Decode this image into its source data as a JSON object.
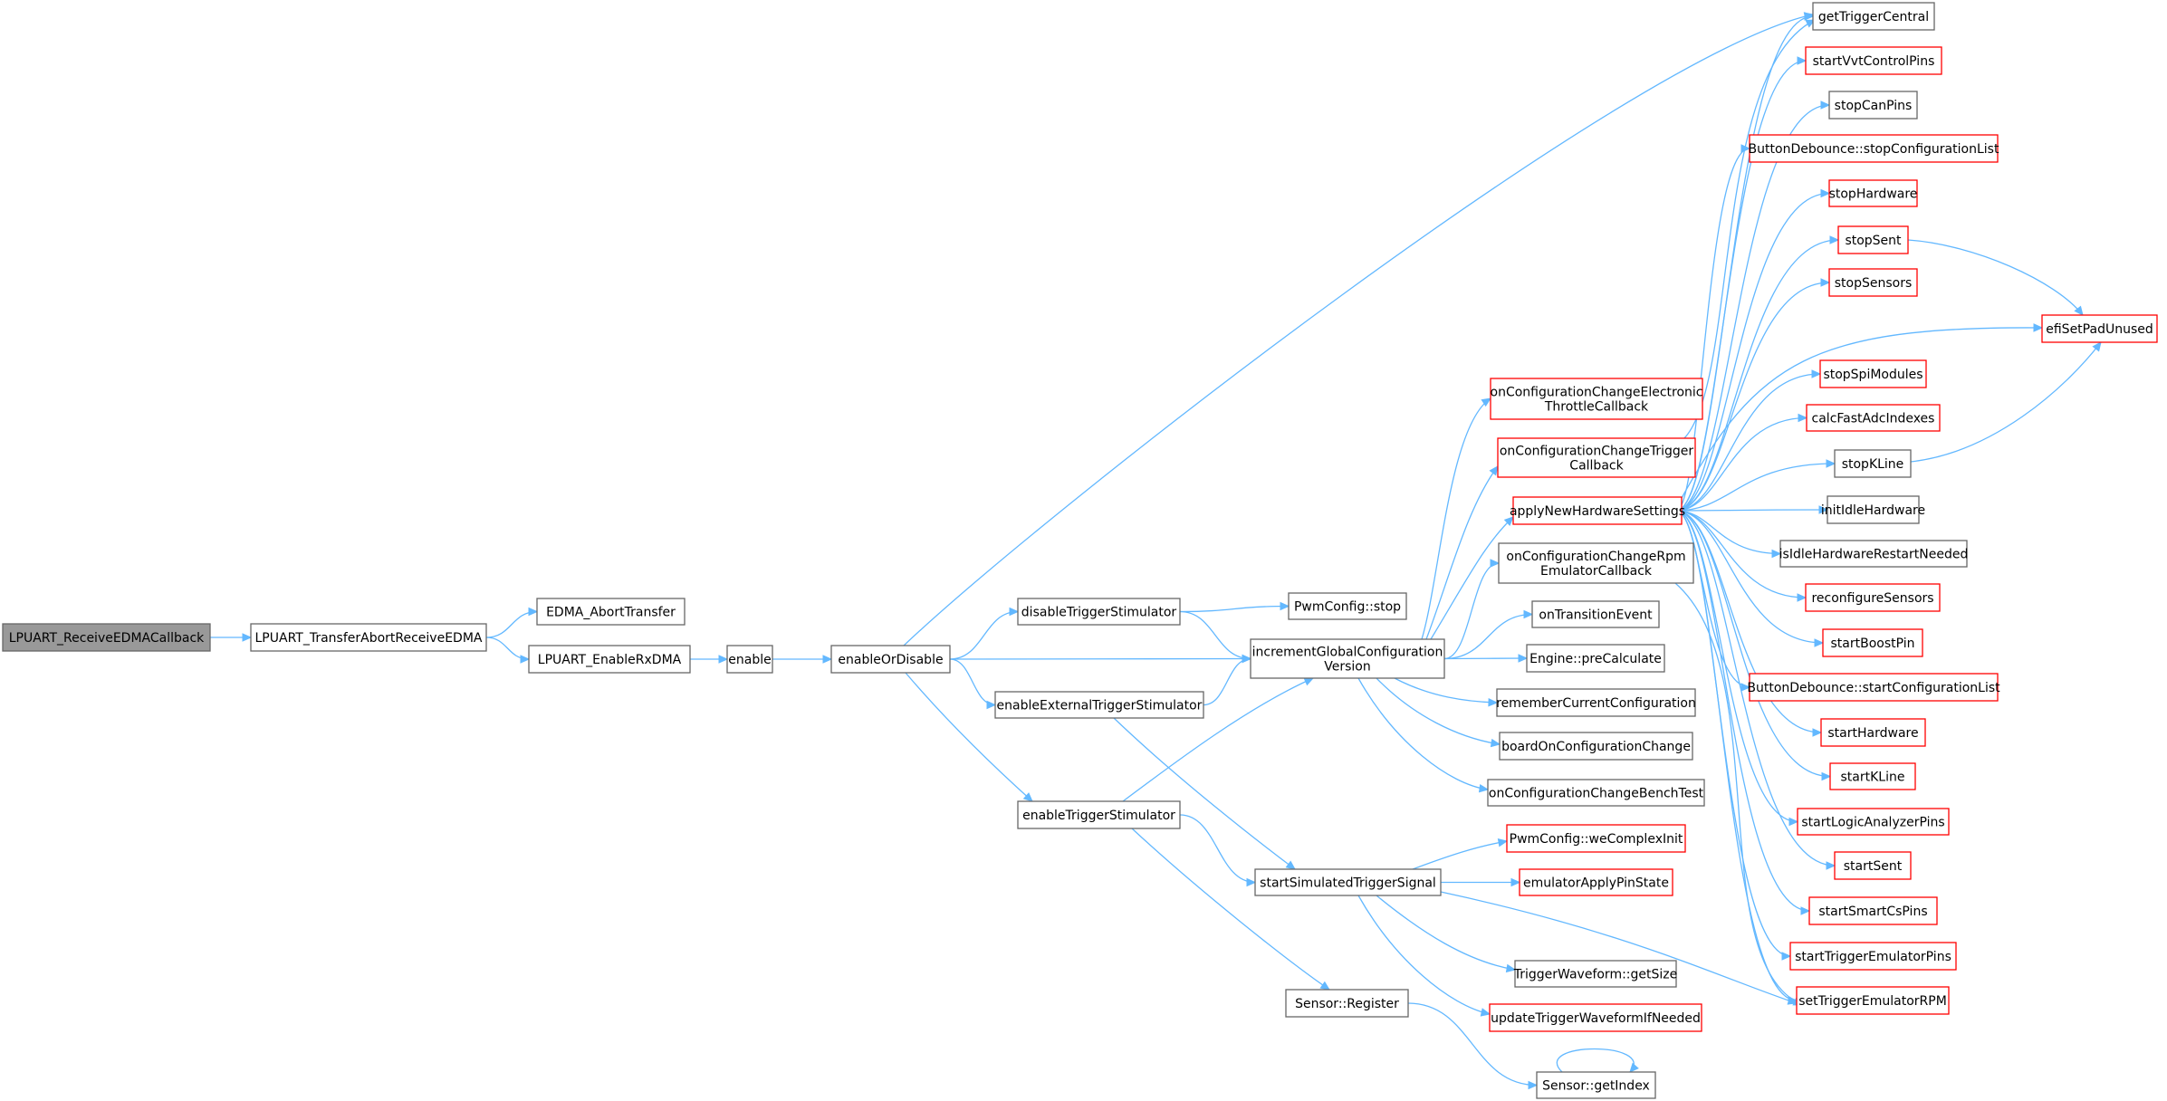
{
  "graph": {
    "nodes": [
      {
        "id": "n0",
        "label": [
          "LPUART_ReceiveEDMACallback"
        ],
        "style": "root"
      },
      {
        "id": "n1",
        "label": [
          "LPUART_TransferAbortReceiveEDMA"
        ],
        "style": "normal"
      },
      {
        "id": "n2",
        "label": [
          "EDMA_AbortTransfer"
        ],
        "style": "normal"
      },
      {
        "id": "n3",
        "label": [
          "LPUART_EnableRxDMA"
        ],
        "style": "normal"
      },
      {
        "id": "n4",
        "label": [
          "enable"
        ],
        "style": "normal"
      },
      {
        "id": "n5",
        "label": [
          "enableOrDisable"
        ],
        "style": "normal"
      },
      {
        "id": "n6",
        "label": [
          "getTriggerCentral"
        ],
        "style": "normal"
      },
      {
        "id": "n7",
        "label": [
          "disableTriggerStimulator"
        ],
        "style": "normal"
      },
      {
        "id": "n8",
        "label": [
          "incrementGlobalConfiguration",
          "Version"
        ],
        "style": "normal"
      },
      {
        "id": "n9",
        "label": [
          "enableExternalTriggerStimulator"
        ],
        "style": "normal"
      },
      {
        "id": "n10",
        "label": [
          "enableTriggerStimulator"
        ],
        "style": "normal"
      },
      {
        "id": "n11",
        "label": [
          "PwmConfig::stop"
        ],
        "style": "normal"
      },
      {
        "id": "n12",
        "label": [
          "startSimulatedTriggerSignal"
        ],
        "style": "normal"
      },
      {
        "id": "n13",
        "label": [
          "Sensor::Register"
        ],
        "style": "normal"
      },
      {
        "id": "n14",
        "label": [
          "onConfigurationChangeElectronic",
          "ThrottleCallback"
        ],
        "style": "red"
      },
      {
        "id": "n15",
        "label": [
          "onConfigurationChangeTrigger",
          "Callback"
        ],
        "style": "red"
      },
      {
        "id": "n16",
        "label": [
          "applyNewHardwareSettings"
        ],
        "style": "red"
      },
      {
        "id": "n17",
        "label": [
          "onConfigurationChangeRpm",
          "EmulatorCallback"
        ],
        "style": "normal"
      },
      {
        "id": "n18",
        "label": [
          "onTransitionEvent"
        ],
        "style": "normal"
      },
      {
        "id": "n19",
        "label": [
          "Engine::preCalculate"
        ],
        "style": "normal"
      },
      {
        "id": "n20",
        "label": [
          "rememberCurrentConfiguration"
        ],
        "style": "normal"
      },
      {
        "id": "n21",
        "label": [
          "boardOnConfigurationChange"
        ],
        "style": "normal"
      },
      {
        "id": "n22",
        "label": [
          "onConfigurationChangeBenchTest"
        ],
        "style": "normal"
      },
      {
        "id": "n23",
        "label": [
          "PwmConfig::weComplexInit"
        ],
        "style": "red"
      },
      {
        "id": "n24",
        "label": [
          "emulatorApplyPinState"
        ],
        "style": "red"
      },
      {
        "id": "n25",
        "label": [
          "TriggerWaveform::getSize"
        ],
        "style": "normal"
      },
      {
        "id": "n26",
        "label": [
          "updateTriggerWaveformIfNeeded"
        ],
        "style": "red"
      },
      {
        "id": "n27",
        "label": [
          "Sensor::getIndex"
        ],
        "style": "normal"
      },
      {
        "id": "n28",
        "label": [
          "startVvtControlPins"
        ],
        "style": "red"
      },
      {
        "id": "n29",
        "label": [
          "stopCanPins"
        ],
        "style": "normal"
      },
      {
        "id": "n30",
        "label": [
          "ButtonDebounce::stopConfigurationList"
        ],
        "style": "red"
      },
      {
        "id": "n31",
        "label": [
          "stopHardware"
        ],
        "style": "red"
      },
      {
        "id": "n32",
        "label": [
          "stopSent"
        ],
        "style": "red"
      },
      {
        "id": "n33",
        "label": [
          "stopSensors"
        ],
        "style": "red"
      },
      {
        "id": "n34",
        "label": [
          "stopSpiModules"
        ],
        "style": "red"
      },
      {
        "id": "n35",
        "label": [
          "calcFastAdcIndexes"
        ],
        "style": "red"
      },
      {
        "id": "n36",
        "label": [
          "stopKLine"
        ],
        "style": "normal"
      },
      {
        "id": "n37",
        "label": [
          "initIdleHardware"
        ],
        "style": "normal"
      },
      {
        "id": "n38",
        "label": [
          "isIdleHardwareRestartNeeded"
        ],
        "style": "normal"
      },
      {
        "id": "n39",
        "label": [
          "reconfigureSensors"
        ],
        "style": "red"
      },
      {
        "id": "n40",
        "label": [
          "startBoostPin"
        ],
        "style": "red"
      },
      {
        "id": "n41",
        "label": [
          "ButtonDebounce::startConfigurationList"
        ],
        "style": "red"
      },
      {
        "id": "n42",
        "label": [
          "startHardware"
        ],
        "style": "red"
      },
      {
        "id": "n43",
        "label": [
          "startKLine"
        ],
        "style": "red"
      },
      {
        "id": "n44",
        "label": [
          "startLogicAnalyzerPins"
        ],
        "style": "red"
      },
      {
        "id": "n45",
        "label": [
          "startSent"
        ],
        "style": "red"
      },
      {
        "id": "n46",
        "label": [
          "startSmartCsPins"
        ],
        "style": "red"
      },
      {
        "id": "n47",
        "label": [
          "startTriggerEmulatorPins"
        ],
        "style": "red"
      },
      {
        "id": "n48",
        "label": [
          "setTriggerEmulatorRPM"
        ],
        "style": "red"
      },
      {
        "id": "n49",
        "label": [
          "efiSetPadUnused"
        ],
        "style": "red"
      }
    ],
    "edges": [
      [
        "n0",
        "n1"
      ],
      [
        "n1",
        "n2"
      ],
      [
        "n1",
        "n3"
      ],
      [
        "n3",
        "n4"
      ],
      [
        "n4",
        "n5"
      ],
      [
        "n5",
        "n6"
      ],
      [
        "n5",
        "n7"
      ],
      [
        "n5",
        "n8"
      ],
      [
        "n5",
        "n9"
      ],
      [
        "n5",
        "n10"
      ],
      [
        "n7",
        "n11"
      ],
      [
        "n7",
        "n8"
      ],
      [
        "n9",
        "n8"
      ],
      [
        "n9",
        "n12"
      ],
      [
        "n10",
        "n8"
      ],
      [
        "n10",
        "n12"
      ],
      [
        "n10",
        "n13"
      ],
      [
        "n8",
        "n14"
      ],
      [
        "n8",
        "n15"
      ],
      [
        "n8",
        "n16"
      ],
      [
        "n8",
        "n17"
      ],
      [
        "n8",
        "n18"
      ],
      [
        "n8",
        "n19"
      ],
      [
        "n8",
        "n20"
      ],
      [
        "n8",
        "n21"
      ],
      [
        "n8",
        "n22"
      ],
      [
        "n12",
        "n23"
      ],
      [
        "n12",
        "n24"
      ],
      [
        "n12",
        "n25"
      ],
      [
        "n12",
        "n26"
      ],
      [
        "n12",
        "n48"
      ],
      [
        "n13",
        "n27"
      ],
      [
        "n27",
        "n27"
      ],
      [
        "n15",
        "n6"
      ],
      [
        "n17",
        "n48"
      ],
      [
        "n16",
        "n6"
      ],
      [
        "n16",
        "n28"
      ],
      [
        "n16",
        "n29"
      ],
      [
        "n16",
        "n30"
      ],
      [
        "n16",
        "n31"
      ],
      [
        "n16",
        "n32"
      ],
      [
        "n16",
        "n33"
      ],
      [
        "n16",
        "n49"
      ],
      [
        "n16",
        "n34"
      ],
      [
        "n16",
        "n35"
      ],
      [
        "n16",
        "n36"
      ],
      [
        "n16",
        "n37"
      ],
      [
        "n16",
        "n38"
      ],
      [
        "n16",
        "n39"
      ],
      [
        "n16",
        "n40"
      ],
      [
        "n16",
        "n41"
      ],
      [
        "n16",
        "n42"
      ],
      [
        "n16",
        "n43"
      ],
      [
        "n16",
        "n44"
      ],
      [
        "n16",
        "n45"
      ],
      [
        "n16",
        "n46"
      ],
      [
        "n16",
        "n47"
      ],
      [
        "n16",
        "n48"
      ],
      [
        "n32",
        "n49"
      ],
      [
        "n36",
        "n49"
      ]
    ]
  }
}
